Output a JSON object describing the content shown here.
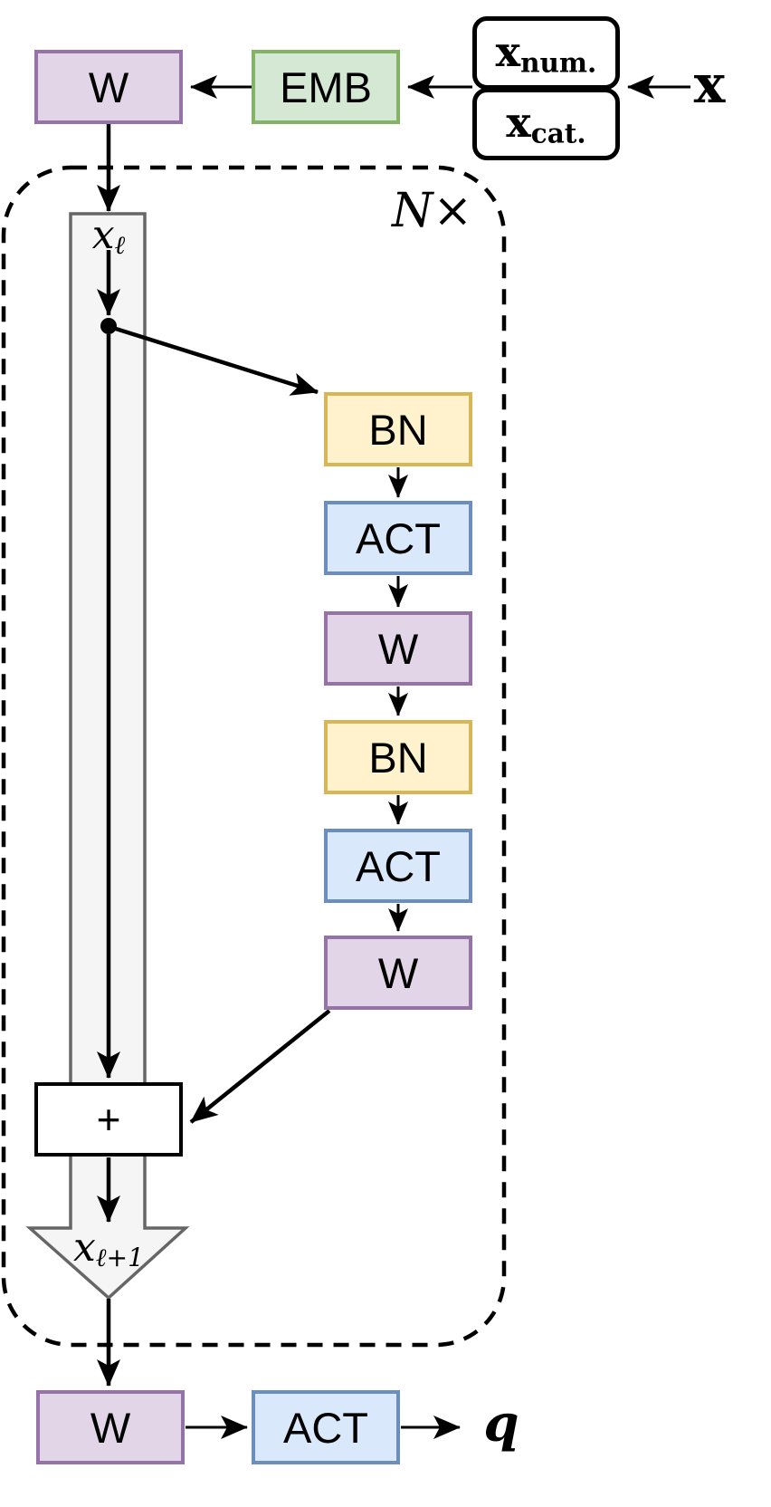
{
  "diagram": {
    "title_hint": "residual tabular network block diagram",
    "input_label": "x",
    "input_boxes": [
      {
        "base": "x",
        "sub": "num."
      },
      {
        "base": "x",
        "sub": "cat."
      }
    ],
    "emb_label": "EMB",
    "top_linear_label": "W",
    "loop": {
      "multiplier": "N",
      "times": "×"
    },
    "residual_in": {
      "base": "x",
      "sub": "ℓ"
    },
    "block_chain": [
      {
        "label": "BN",
        "type": "batchnorm"
      },
      {
        "label": "ACT",
        "type": "activation"
      },
      {
        "label": "W",
        "type": "linear"
      },
      {
        "label": "BN",
        "type": "batchnorm"
      },
      {
        "label": "ACT",
        "type": "activation"
      },
      {
        "label": "W",
        "type": "linear"
      }
    ],
    "sum_label": "+",
    "residual_out": {
      "base": "x",
      "sub": "ℓ+1"
    },
    "output_linear_label": "W",
    "output_act_label": "ACT",
    "output_label": "q"
  },
  "colors": {
    "purple-fill": "#E1D5E7",
    "purple-stroke": "#9673A6",
    "green-fill": "#D5E8D4",
    "green-stroke": "#82B366",
    "yellow-fill": "#FFF2CC",
    "yellow-stroke": "#D6B656",
    "blue-fill": "#DAE8FC",
    "blue-stroke": "#6C8EBF",
    "band-fill": "#F5F5F5",
    "band-stroke": "#666666",
    "line": "#000000"
  }
}
